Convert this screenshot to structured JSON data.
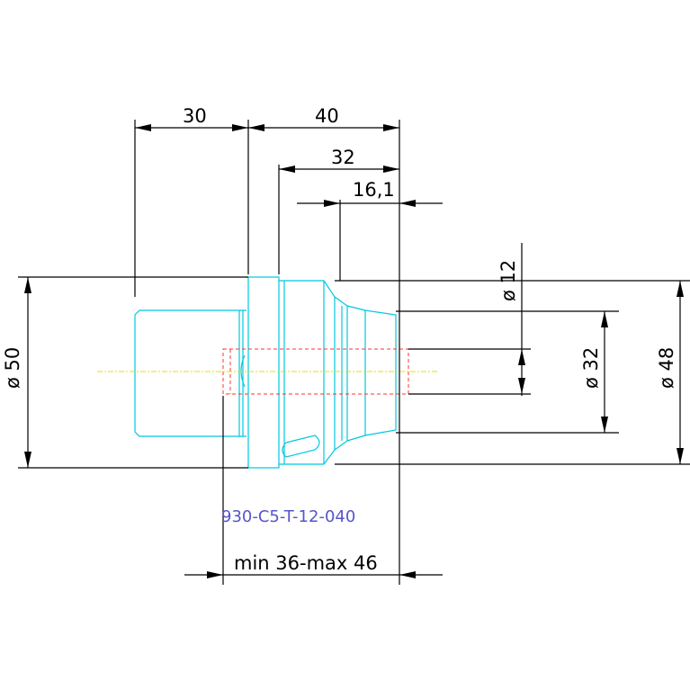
{
  "drawing": {
    "part_number": "930-C5-T-12-040",
    "dimensions": {
      "length_30": "30",
      "length_40": "40",
      "length_32": "32",
      "length_16_1": "16,1",
      "min_max": "min 36-max 46",
      "dia_50": "ø 50",
      "dia_48": "ø 48",
      "dia_32": "ø 32",
      "dia_12": "ø 12"
    }
  }
}
